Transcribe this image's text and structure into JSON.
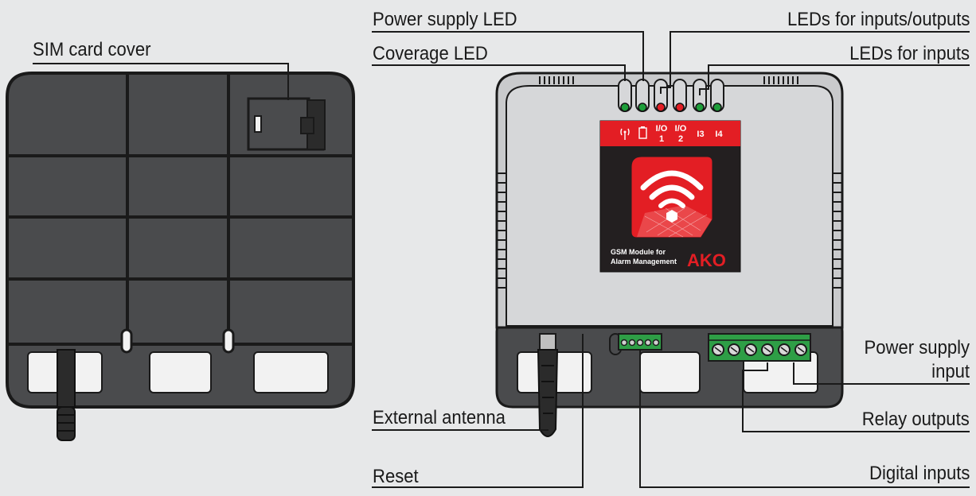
{
  "labels": {
    "sim_card_cover": "SIM card cover",
    "power_supply_led": "Power supply LED",
    "coverage_led": "Coverage LED",
    "leds_inputs_outputs": "LEDs for inputs/outputs",
    "leds_inputs": "LEDs for inputs",
    "power_supply_input_line1": "Power supply",
    "power_supply_input_line2": "input",
    "relay_outputs": "Relay outputs",
    "external_antenna": "External antenna",
    "reset": "Reset",
    "digital_inputs": "Digital inputs"
  },
  "front_panel": {
    "io1_top": "I/O",
    "io1_bottom": "1",
    "io2_top": "I/O",
    "io2_bottom": "2",
    "i3": "I3",
    "i4": "I4",
    "product_line1": "GSM Module for",
    "product_line2": "Alarm Management",
    "brand": "AKO"
  },
  "colors": {
    "background": "#e7e8e9",
    "back_panel": "#4a4b4d",
    "housing": "#c9cacc",
    "label_red": "#e31e24",
    "label_dark": "#231f20",
    "led_green": "#1e9e3a",
    "led_red": "#e31e24",
    "terminal_green": "#2e9e46"
  }
}
